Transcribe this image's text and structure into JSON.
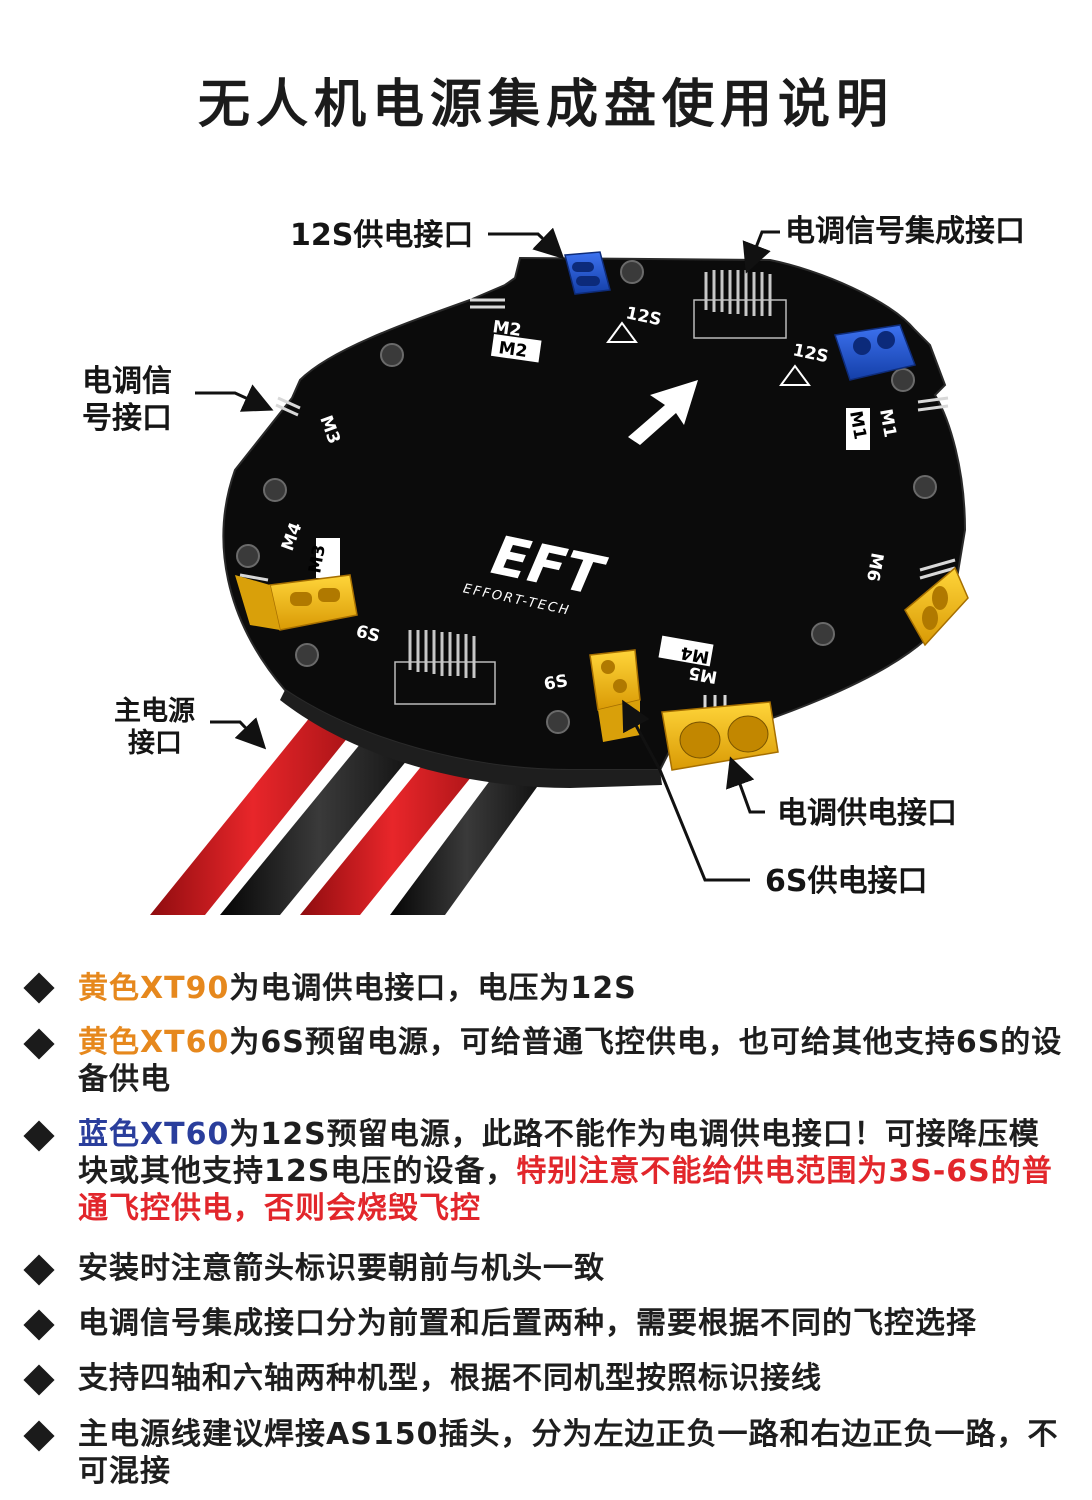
{
  "title": "无人机电源集成盘使用说明",
  "brand": {
    "logo": "EFT",
    "tagline": "EFFORT-TECH"
  },
  "board_labels": {
    "m1": "M1",
    "m2": "M2",
    "m3": "M3",
    "m4": "M4",
    "m5": "M5",
    "m6": "M6",
    "v12s": "12S",
    "v6s": "6S"
  },
  "callouts": {
    "power_12s": "12S供电接口",
    "esc_signal_bus": "电调信号集成接口",
    "esc_signal_line1": "电调信",
    "esc_signal_line2": "号接口",
    "main_power_line1": "主电源",
    "main_power_line2": "接口",
    "esc_power": "电调供电接口",
    "power_6s": "6S供电接口"
  },
  "notes": [
    {
      "hl": "黄色XT90",
      "text": "为电调供电接口，电压为12S"
    },
    {
      "hl": "黄色XT60",
      "text": "为6S预留电源，可给普通飞控供电，也可给其他支持6S的设备供电"
    },
    {
      "hl": "蓝色XT60",
      "text": "为12S预留电源，此路不能作为电调供电接口！可接降压模块或其他支持12S电压的设备，",
      "warn": "特别注意不能给供电范围为3S-6S的普通飞控供电，否则会烧毁飞控"
    },
    {
      "text": "安装时注意箭头标识要朝前与机头一致"
    },
    {
      "text": "电调信号集成接口分为前置和后置两种，需要根据不同的飞控选择"
    },
    {
      "text": "支持四轴和六轴两种机型，根据不同机型按照标识接线"
    },
    {
      "text": "主电源线建议焊接AS150插头，分为左边正负一路和右边正负一路，不可混接"
    }
  ],
  "colors": {
    "yellow": "#e6881d",
    "blue": "#2a3e9c",
    "red": "#e2262b",
    "board": "#0c0c0c",
    "xt_yellow": "#f2b70c",
    "xt_blue": "#1f4fd0",
    "wire_red": "#d2161a",
    "wire_black": "#1a1a1a"
  }
}
